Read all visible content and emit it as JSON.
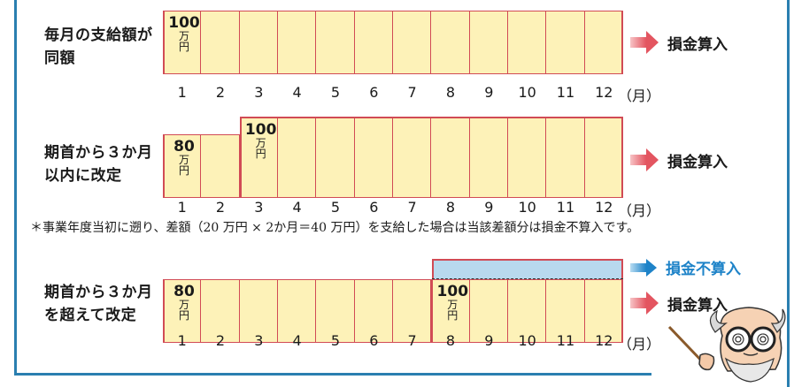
{
  "months": [
    "1",
    "2",
    "3",
    "4",
    "5",
    "6",
    "7",
    "8",
    "9",
    "10",
    "11",
    "12"
  ],
  "month_unit": "（月）",
  "unit_chars": "万円",
  "rows": [
    {
      "label_line1": "毎月の支給額が",
      "label_line2": "同額",
      "amount_start": "100",
      "arrow_label": "損金算入"
    },
    {
      "label_line1": "期首から３か月",
      "label_line2": "以内に改定",
      "amount_start": "80",
      "amount_changed": "100",
      "changed_month": 3,
      "arrow_label": "損金算入"
    },
    {
      "label_line1": "期首から３か月",
      "label_line2": "を超えて改定",
      "amount_start": "80",
      "amount_changed": "100",
      "changed_month": 8,
      "arrow_label_upper": "損金不算入",
      "arrow_label": "損金算入"
    }
  ],
  "note": "＊事業年度当初に遡り、差額（20 万円 × 2か月＝40 万円）を支給した場合は当該差額分は損金不算入です。",
  "colors": {
    "frame": "#2a7fb0",
    "bar_fill": "#fdf2b8",
    "bar_border": "#d14b55",
    "nondeductible_fill": "#b8d9ee",
    "arrow_red": "#e35560",
    "arrow_blue": "#1e83c8"
  }
}
